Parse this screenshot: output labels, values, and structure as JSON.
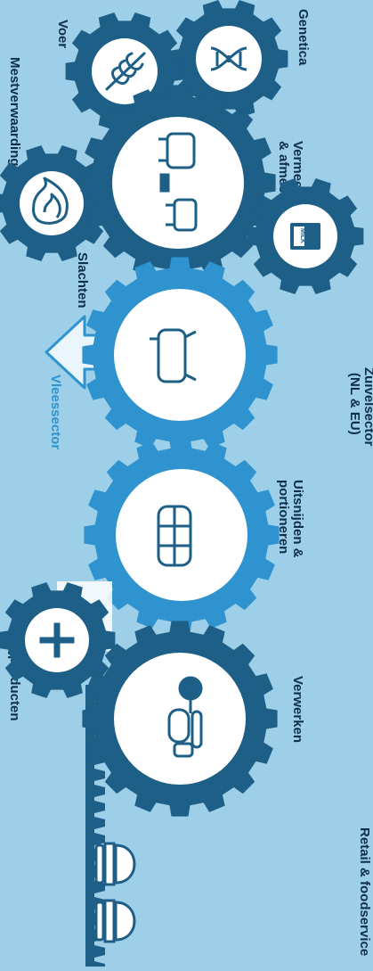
{
  "labels": {
    "genetica": "Genetica",
    "voer": "Voer",
    "mestverwaarding": "Mestverwaarding",
    "vermeerderen": [
      "Vermeerderen",
      "& afmesten"
    ],
    "zuivelsector": [
      "Zuivelsector",
      "(NL & EU)"
    ],
    "slachten": "Slachten",
    "vleessector": "Vleessector",
    "uitsnijden": [
      "Uitsnijden &",
      "portioneren"
    ],
    "bijproducten": "Bijproducten",
    "verwerken": "Verwerken",
    "retail": "Retail & foodservice",
    "milk_carton": "MILK"
  },
  "colors": {
    "background": "#9ecfe8",
    "gear_dark": "#1d5f86",
    "gear_light": "#2e93cf",
    "text_dark": "#0d2f4c",
    "arrow_fill": "#eaf5fc",
    "arrow_stroke": "#2e93cf",
    "icon_stroke": "#1d5f86"
  },
  "icons": {
    "genetica": "dna-icon",
    "voer": "wheat-icon",
    "mestverwaarding": "flame-icon",
    "zuivelsector": "milk-carton-icon",
    "bijproducten": "plus-icon"
  }
}
